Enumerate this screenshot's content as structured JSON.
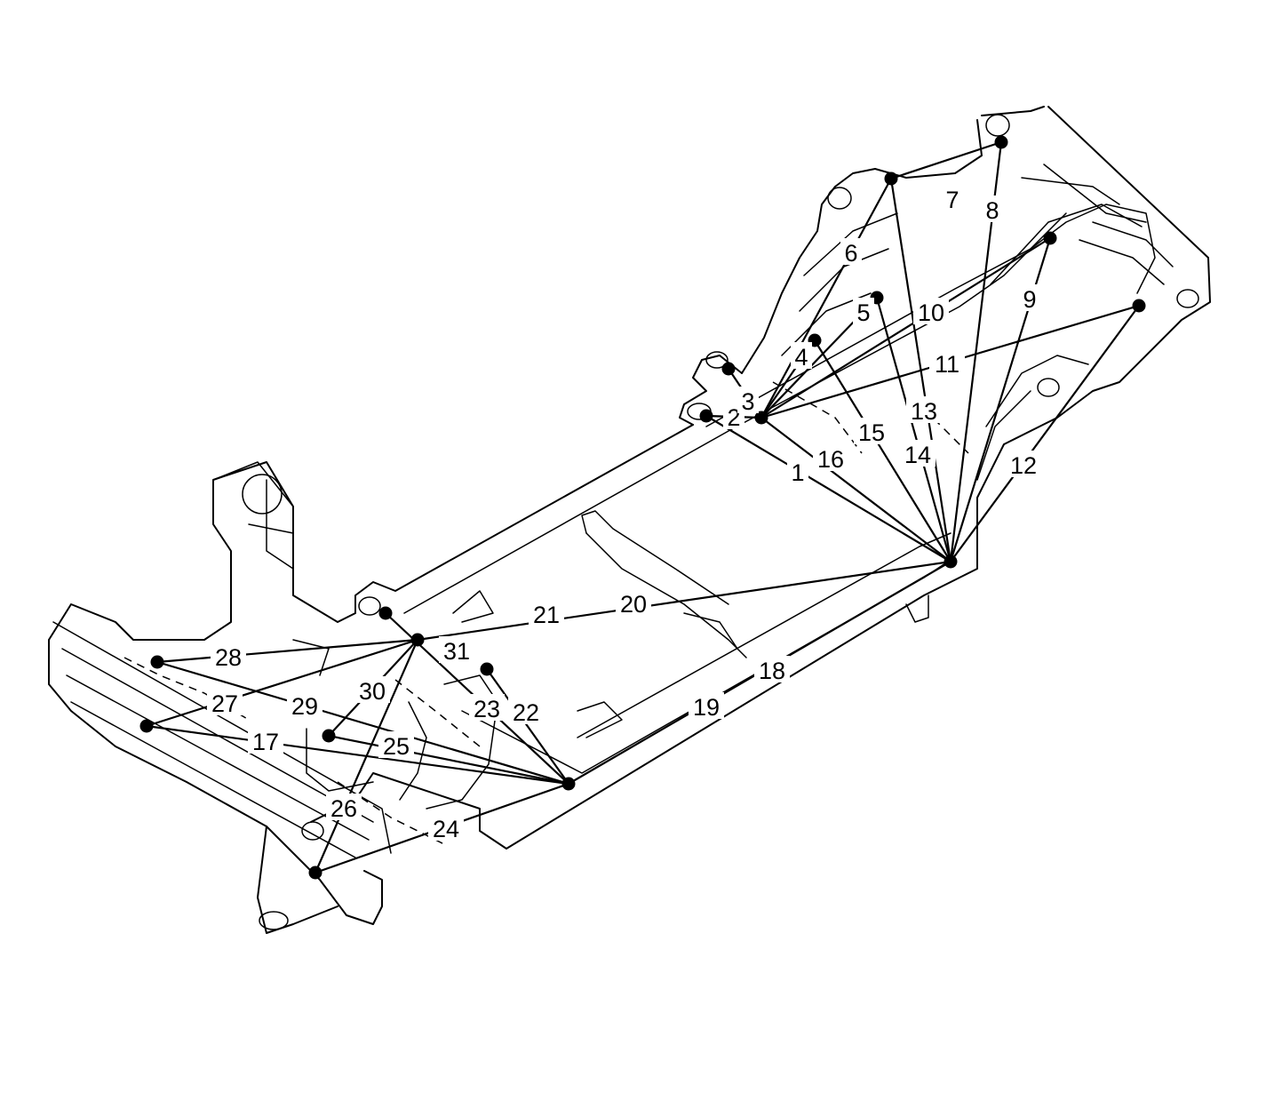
{
  "figure": {
    "kind": "vehicle frame dimension reference diagram",
    "callout_labels": [
      "1",
      "2",
      "3",
      "4",
      "5",
      "6",
      "7",
      "8",
      "9",
      "10",
      "11",
      "12",
      "13",
      "14",
      "15",
      "16",
      "17",
      "18",
      "19",
      "20",
      "21",
      "22",
      "23",
      "24",
      "25",
      "26",
      "27",
      "28",
      "29",
      "30",
      "31"
    ]
  }
}
